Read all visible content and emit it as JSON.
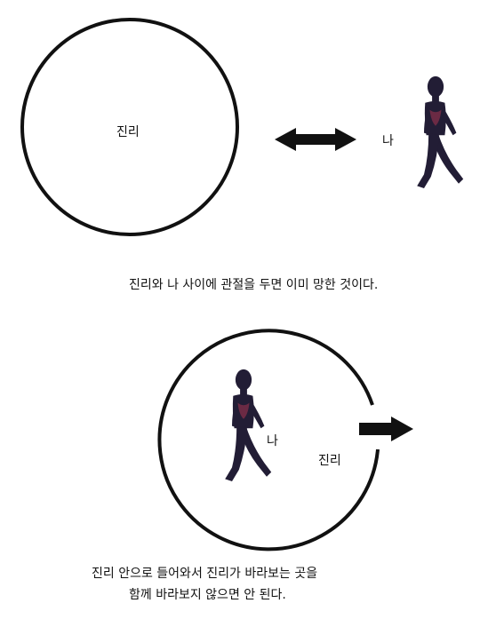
{
  "diagram_top": {
    "circle_label": "진리",
    "person_label": "나",
    "caption": "진리와 나 사이에 관절을 두면 이미 망한 것이다."
  },
  "diagram_bottom": {
    "person_label": "나",
    "circle_label": "진리",
    "caption_line1": "진리 안으로 들어와서 진리가 바라보는 곳을",
    "caption_line2": "함께 바라보지 않으면 안 된다."
  },
  "colors": {
    "stroke": "#111111",
    "figure": "#221d35",
    "figure_accent": "#6b2a44"
  }
}
